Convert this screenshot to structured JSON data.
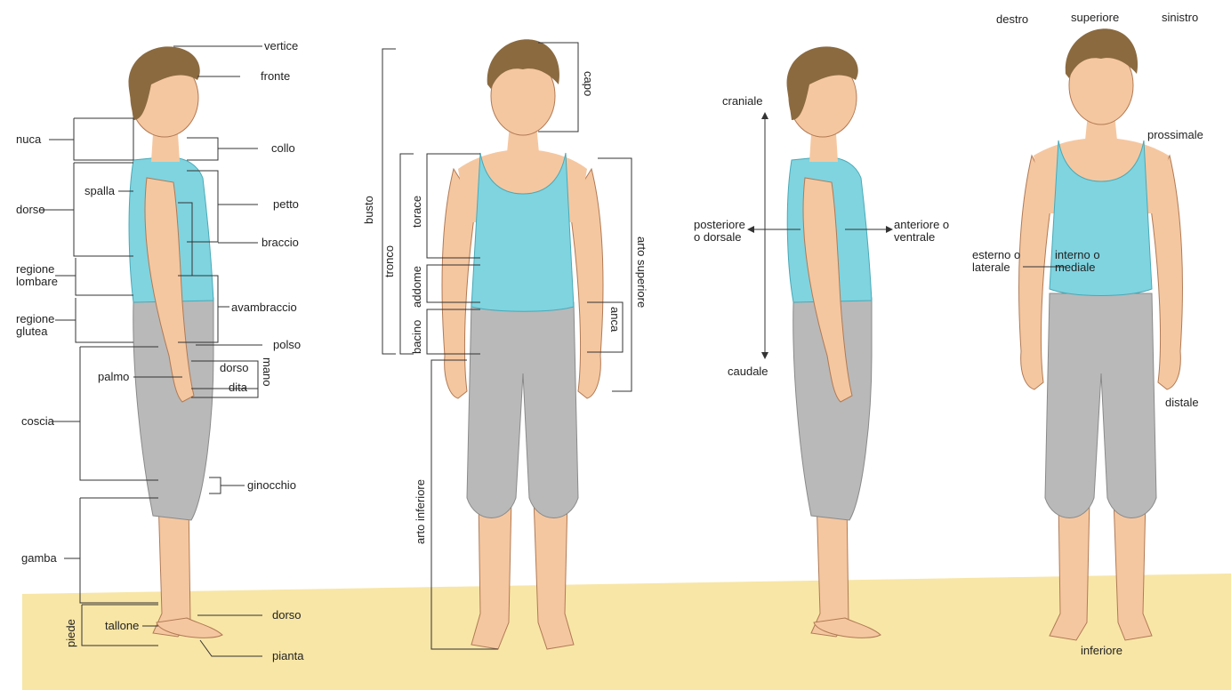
{
  "palette": {
    "skin": "#f5c7a0",
    "skin_shade": "#e0a67f",
    "hair": "#8b6a40",
    "shirt": "#7fd4e0",
    "shorts": "#b9b9b9",
    "floor": "#f8e6a6",
    "line": "#3a3a3a"
  },
  "side_view_1": {
    "labels": {
      "vertice": "vertice",
      "fronte": "fronte",
      "nuca": "nuca",
      "collo": "collo",
      "spalla": "spalla",
      "petto": "petto",
      "dorso": "dorso",
      "braccio": "braccio",
      "regione_lombare": "regione lombare",
      "avambraccio": "avambraccio",
      "regione_glutea": "regione glutea",
      "polso": "polso",
      "mano": "mano",
      "mano_dorso": "dorso",
      "dita": "dita",
      "palmo": "palmo",
      "coscia": "coscia",
      "ginocchio": "ginocchio",
      "gamba": "gamba",
      "piede": "piede",
      "tallone": "tallone",
      "piede_dorso": "dorso",
      "pianta": "pianta"
    }
  },
  "front_view_1": {
    "labels": {
      "capo": "capo",
      "busto": "busto",
      "tronco": "tronco",
      "torace": "torace",
      "addome": "addome",
      "bacino": "bacino",
      "anca": "anca",
      "arto_superiore": "arto superiore",
      "arto_inferiore": "arto inferiore"
    }
  },
  "side_view_2": {
    "labels": {
      "craniale": "craniale",
      "caudale": "caudale",
      "posteriore": "posteriore o dorsale",
      "anteriore": "anteriore o ventrale"
    }
  },
  "front_view_2": {
    "labels": {
      "destro": "destro",
      "superiore": "superiore",
      "sinistro": "sinistro",
      "prossimale": "prossimale",
      "esterno": "esterno o laterale",
      "interno": "interno o mediale",
      "distale": "distale",
      "inferiore": "inferiore"
    }
  }
}
